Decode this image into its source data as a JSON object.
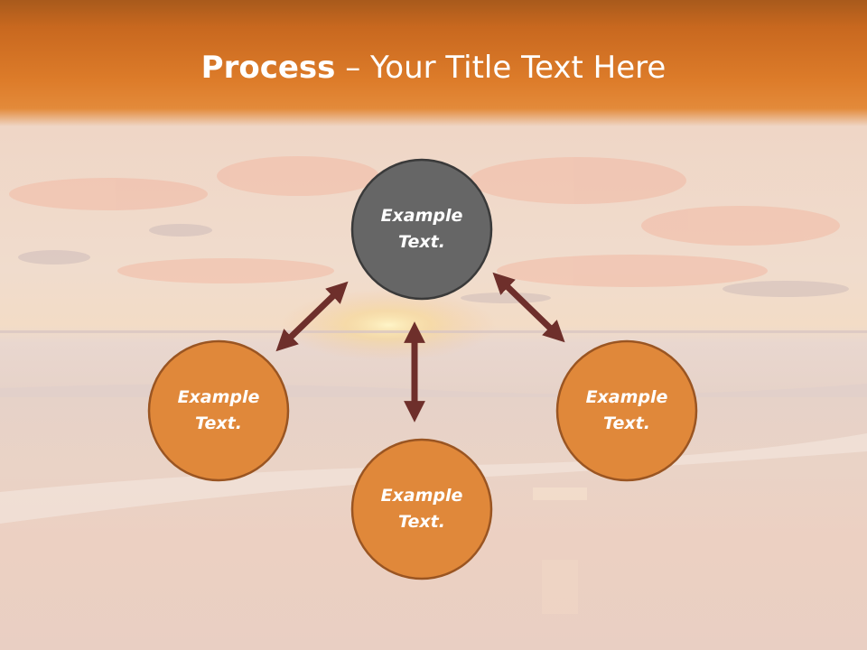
{
  "title": {
    "bold": "Process",
    "separator": " – ",
    "rest": "Your Title Text Here"
  },
  "nodes": [
    {
      "id": "top",
      "line1": "Example",
      "line2": "Text.",
      "fill": "#666666"
    },
    {
      "id": "left",
      "line1": "Example",
      "line2": "Text.",
      "fill": "#e0883a"
    },
    {
      "id": "bottom",
      "line1": "Example",
      "line2": "Text.",
      "fill": "#e0883a"
    },
    {
      "id": "right",
      "line1": "Example",
      "line2": "Text.",
      "fill": "#e0883a"
    }
  ],
  "colors": {
    "arrow": "#6e2f2b",
    "circle_stroke": "#3a3a3a",
    "orange_stroke": "#9a5522",
    "header": "#dd7c2a"
  }
}
